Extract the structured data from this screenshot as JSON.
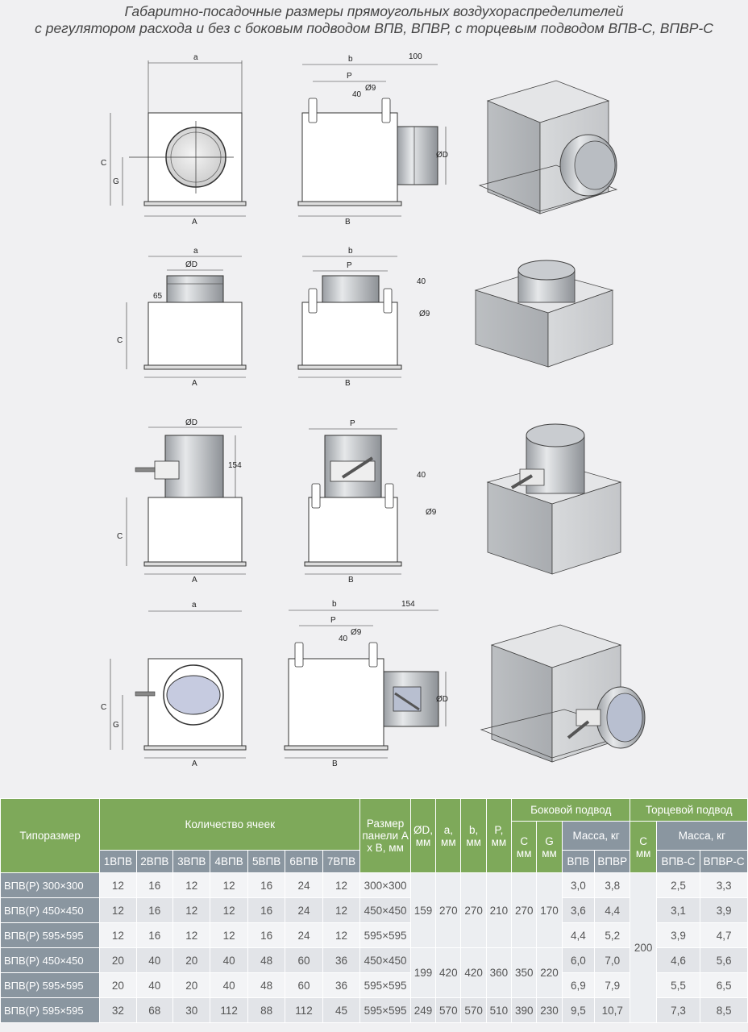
{
  "title": {
    "line1": "Габаритно-посадочные размеры прямоугольных воздухораспределителей",
    "line2": "с регулятором расхода и без с боковым подводом ВПВ, ВПВР, с торцевым подводом ВПВ-С, ВПВР-С"
  },
  "dims": {
    "a": "a",
    "b": "b",
    "A": "A",
    "B": "B",
    "C": "C",
    "G": "G",
    "P": "P",
    "D": "ØD",
    "hole": "Ø9",
    "d40": "40",
    "d100": "100",
    "d65": "65",
    "d154": "154"
  },
  "table": {
    "h_type": "Типоразмер",
    "h_cells": "Количество ячеек",
    "h_panel": "Размер панели A x B, мм",
    "h_D": "ØD, мм",
    "h_a": "a, мм",
    "h_b": "b, мм",
    "h_P": "P, мм",
    "h_side": "Боковой подвод",
    "h_end": "Торцевой подвод",
    "h_C": "C мм",
    "h_G": "G мм",
    "h_mass": "Масса, кг",
    "h_C2": "С мм",
    "cells": [
      "1ВПВ",
      "2ВПВ",
      "3ВПВ",
      "4ВПВ",
      "5ВПВ",
      "6ВПВ",
      "7ВПВ"
    ],
    "m_side": [
      "ВПВ",
      "ВПВР"
    ],
    "m_end": [
      "ВПВ-С",
      "ВПВР-С"
    ],
    "rows": [
      {
        "name": "ВПВ(Р) 300×300",
        "cells": [
          "12",
          "16",
          "12",
          "12",
          "16",
          "24",
          "12"
        ],
        "panel": "300×300",
        "ms": [
          "3,0",
          "3,8"
        ],
        "me": [
          "2,5",
          "3,3"
        ]
      },
      {
        "name": "ВПВ(Р) 450×450",
        "cells": [
          "12",
          "16",
          "12",
          "12",
          "16",
          "24",
          "12"
        ],
        "panel": "450×450",
        "ms": [
          "3,6",
          "4,4"
        ],
        "me": [
          "3,1",
          "3,9"
        ]
      },
      {
        "name": "ВПВ(Р) 595×595",
        "cells": [
          "12",
          "16",
          "12",
          "12",
          "16",
          "24",
          "12"
        ],
        "panel": "595×595",
        "ms": [
          "4,4",
          "5,2"
        ],
        "me": [
          "3,9",
          "4,7"
        ]
      },
      {
        "name": "ВПВ(Р) 450×450",
        "cells": [
          "20",
          "40",
          "20",
          "40",
          "48",
          "60",
          "36"
        ],
        "panel": "450×450",
        "ms": [
          "6,0",
          "7,0"
        ],
        "me": [
          "4,6",
          "5,6"
        ]
      },
      {
        "name": "ВПВ(Р) 595×595",
        "cells": [
          "20",
          "40",
          "20",
          "40",
          "48",
          "60",
          "36"
        ],
        "panel": "595×595",
        "ms": [
          "6,9",
          "7,9"
        ],
        "me": [
          "5,5",
          "6,5"
        ]
      },
      {
        "name": "ВПВ(Р) 595×595",
        "cells": [
          "32",
          "68",
          "30",
          "112",
          "88",
          "112",
          "45"
        ],
        "panel": "595×595",
        "ms": [
          "9,5",
          "10,7"
        ],
        "me": [
          "7,3",
          "8,5"
        ]
      }
    ],
    "g1": {
      "D": "159",
      "a": "270",
      "b": "270",
      "P": "210",
      "C": "270",
      "G": "170"
    },
    "g2": {
      "D": "199",
      "a": "420",
      "b": "420",
      "P": "360",
      "C": "350",
      "G": "220"
    },
    "g3": {
      "D": "249",
      "a": "570",
      "b": "570",
      "P": "510",
      "C": "390",
      "G": "230"
    },
    "C_end": "200"
  }
}
